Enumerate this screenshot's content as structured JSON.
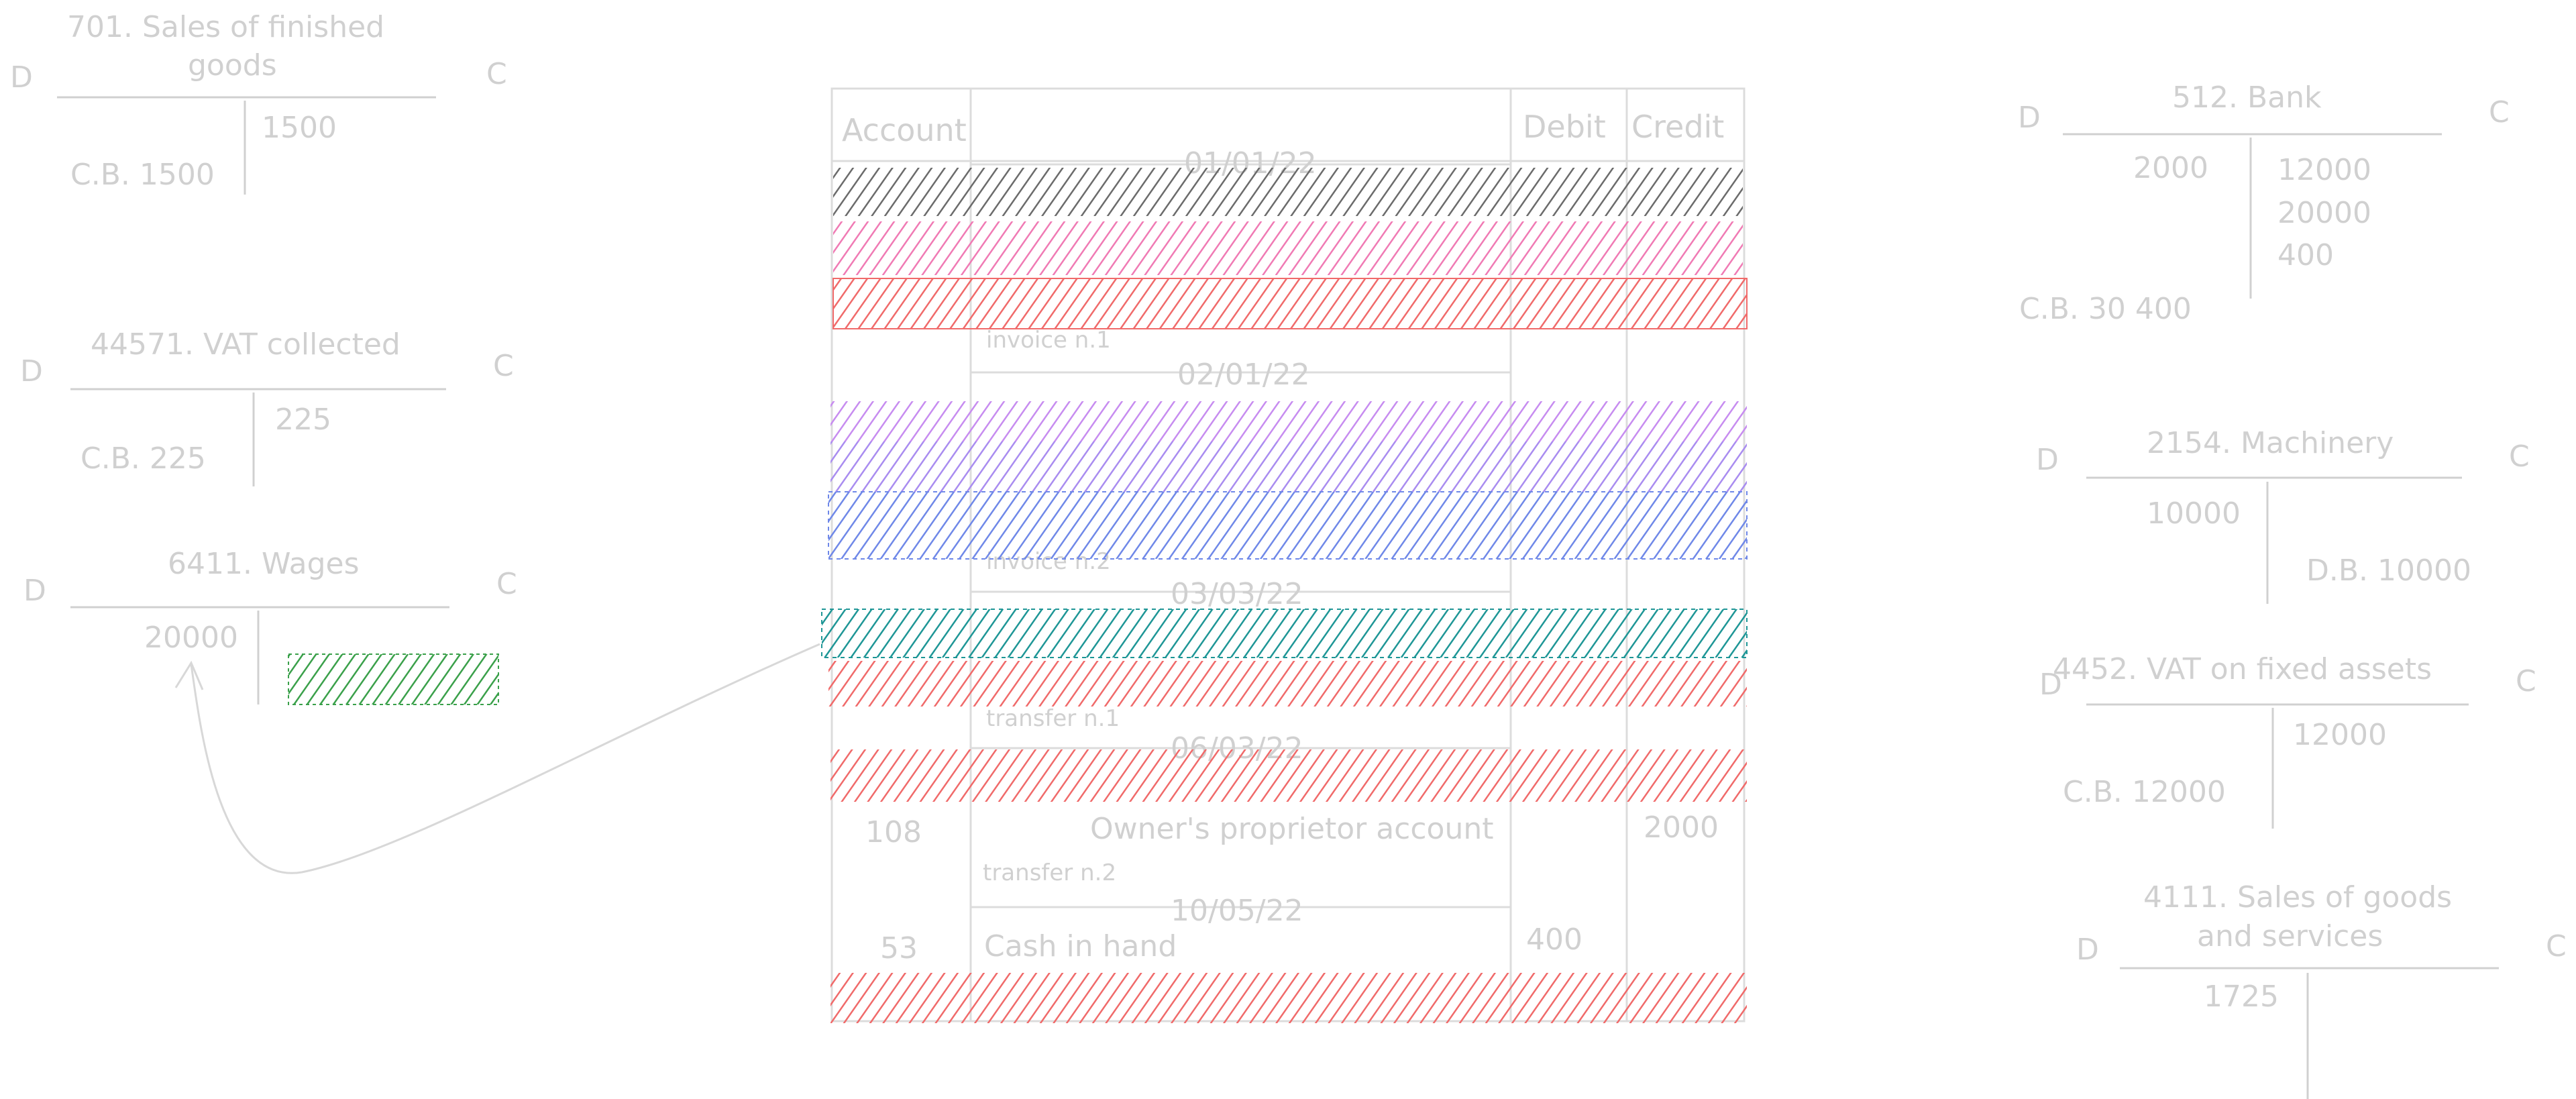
{
  "journal": {
    "headers": {
      "account": "Account",
      "debit": "Debit",
      "credit": "Credit"
    },
    "dates": [
      "01/01/22",
      "02/01/22",
      "03/03/22",
      "06/03/22",
      "10/05/22"
    ],
    "invoice_1": "invoice n.1",
    "invoice_2": "invoice n.2",
    "transfer_1": "transfer n.1",
    "transfer_2": "transfer n.2",
    "row_108": {
      "account": "108",
      "label": "Owner's proprietor account",
      "credit": "2000"
    },
    "row_53": {
      "account": "53",
      "label": "Cash in hand",
      "debit": "400"
    }
  },
  "t_accounts": {
    "a701": {
      "title": [
        "701. Sales of finished",
        "goods"
      ],
      "credit": "1500",
      "balance": "C.B. 1500"
    },
    "a44571": {
      "title": "44571. VAT collected",
      "credit": "225",
      "balance": "C.B. 225"
    },
    "a6411": {
      "title": "6411. Wages",
      "debit": "20000"
    },
    "a512": {
      "title": "512. Bank",
      "debit": "2000",
      "credits": [
        "12000",
        "20000",
        "400"
      ],
      "balance": "C.B. 30 400"
    },
    "a2154": {
      "title": "2154. Machinery",
      "debit": "10000",
      "balance": "D.B. 10000"
    },
    "a4452": {
      "title": "4452. VAT on fixed assets",
      "credit": "12000",
      "balance": "C.B. 12000"
    },
    "a4111": {
      "title": [
        "4111. Sales of goods",
        "and services"
      ],
      "debit": "1725"
    }
  },
  "side_labels": {
    "d": "D",
    "c": "C"
  },
  "colors": {
    "ink": "#d0d0d0",
    "grey": "#6b6b6b",
    "pink": "#f07ab4",
    "red": "#f06a6a",
    "purple": "#c78cf0",
    "violet": "#a98cf0",
    "blue": "#6f88e8",
    "teal": "#1e9696",
    "green": "#3aa04a"
  }
}
